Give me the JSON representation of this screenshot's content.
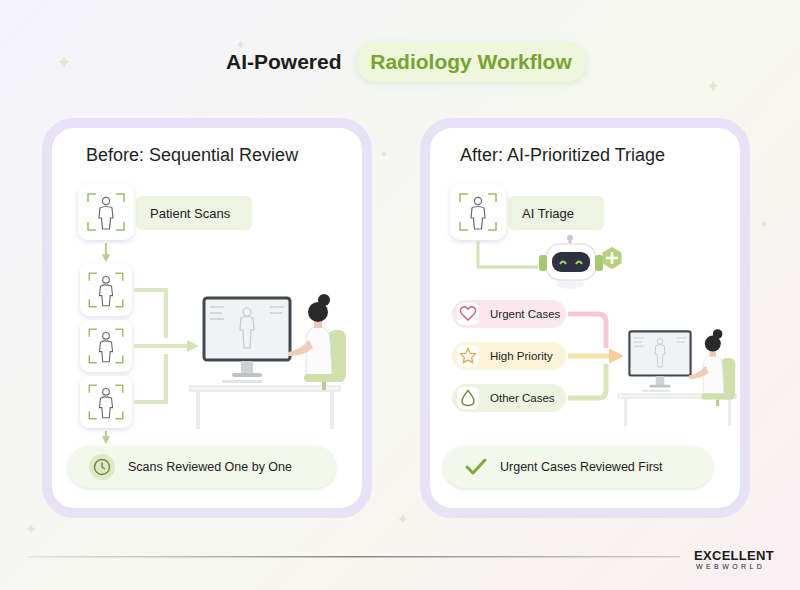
{
  "diagram": {
    "title": "AI-Powered",
    "nodes": [
      {
        "text": [
          "Radiology Workflow"
        ]
      },
      {
        "text": [
          "Before: Sequential Review"
        ]
      },
      {
        "text": [
          "Patient Scans"
        ],
        "in": 1
      },
      {
        "text": [
          "Scans Reviewed One by One"
        ],
        "in": 1
      },
      {
        "text": [
          "After: AI-Prioritized Triage"
        ]
      },
      {
        "text": [
          "AI Triage"
        ],
        "in": 4
      },
      {
        "text": [
          "Urgent Cases"
        ],
        "in": 4
      },
      {
        "text": [
          "High Priority"
        ],
        "in": 4
      },
      {
        "text": [
          "Other Cases"
        ],
        "in": 4
      },
      {
        "text": [
          "Urgent Cases Reviewed First"
        ],
        "in": 4
      }
    ],
    "labels": [
      "EXCELLENT",
      "WEBWORLD"
    ]
  }
}
